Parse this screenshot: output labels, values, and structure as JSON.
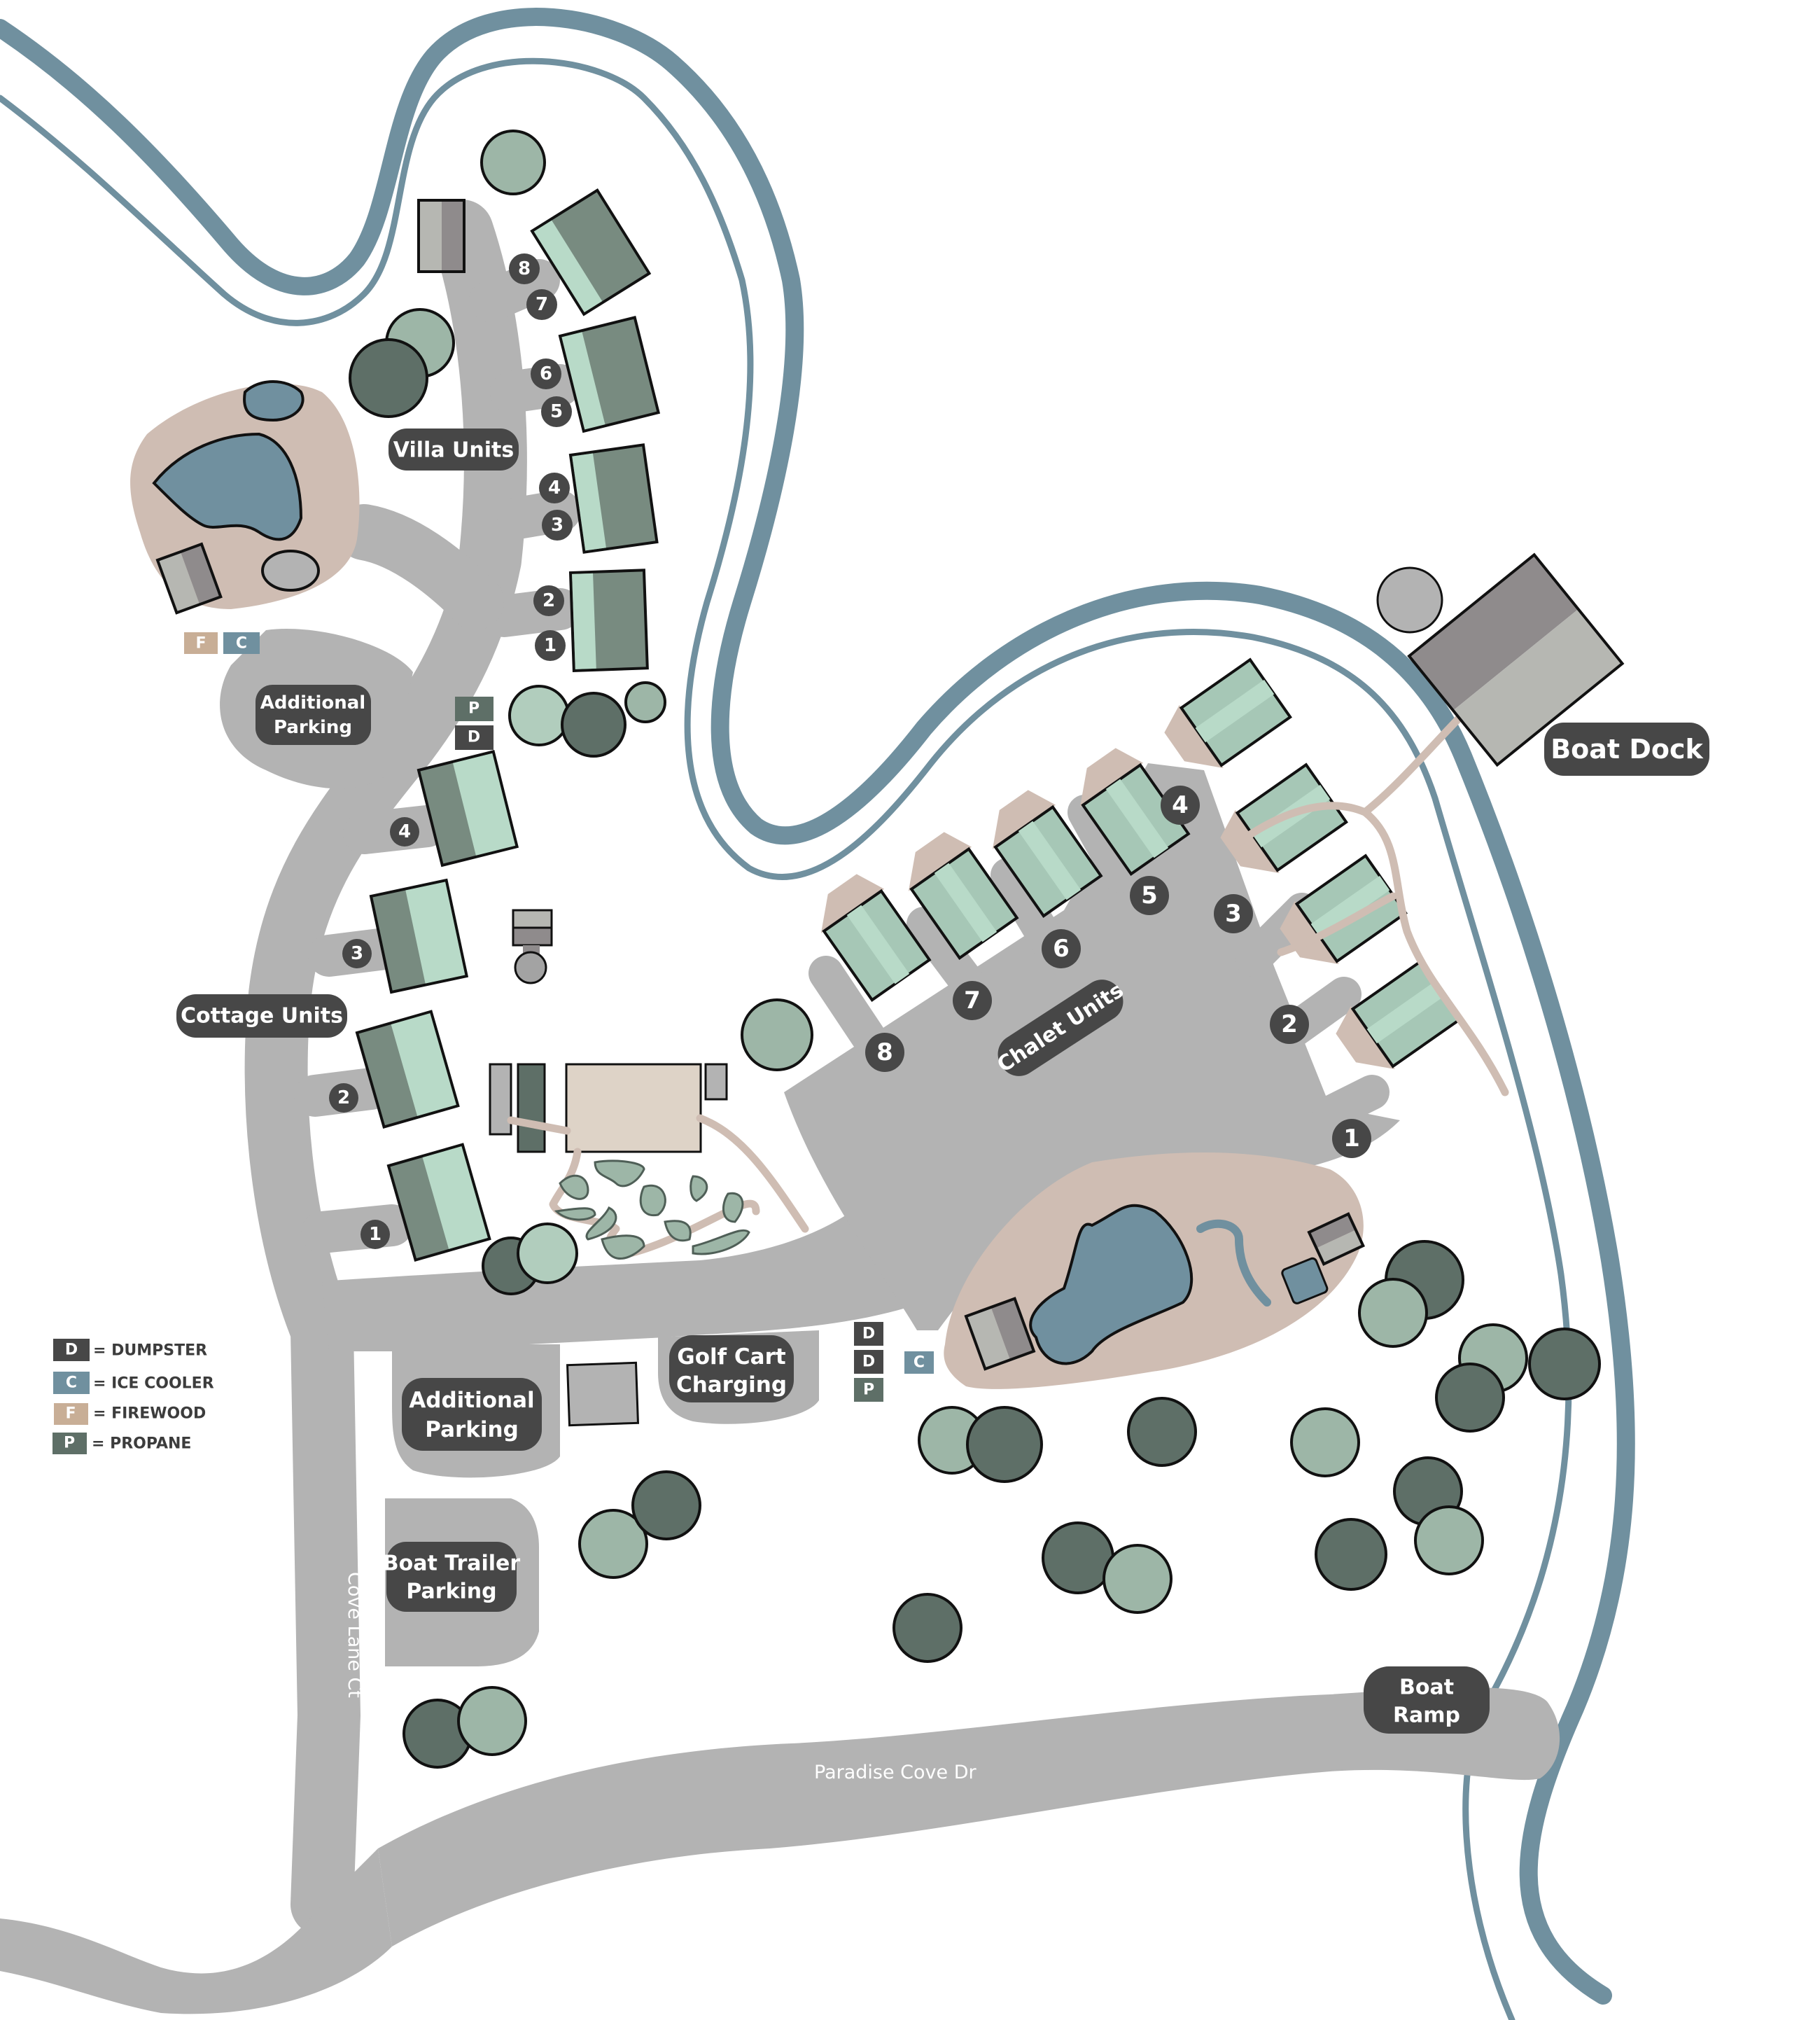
{
  "map": {
    "colors": {
      "road": "#b3b3b3",
      "river": "#70909f",
      "sand": "#cfbdb3",
      "label_bg": "#474747",
      "building_dark": "#788b80",
      "building_light": "#b8dac8",
      "tree_dark": "#5e6f67",
      "tree_light": "#9db6a7"
    },
    "area_labels": {
      "villa_units": "Villa Units",
      "cottage_units": "Cottage Units",
      "chalet_units": "Chalet Units",
      "additional_parking_north_line1": "Additional",
      "additional_parking_north_line2": "Parking",
      "additional_parking_south_line1": "Additional",
      "additional_parking_south_line2": "Parking",
      "golf_cart_line1": "Golf Cart",
      "golf_cart_line2": "Charging",
      "boat_trailer_line1": "Boat Trailer",
      "boat_trailer_line2": "Parking",
      "boat_dock": "Boat Dock",
      "boat_ramp_line1": "Boat",
      "boat_ramp_line2": "Ramp"
    },
    "streets": {
      "cove_lane": "Cove Lane Ct",
      "paradise_cove": "Paradise Cove Dr"
    },
    "villa_numbers": [
      "8",
      "7",
      "6",
      "5",
      "4",
      "3",
      "2",
      "1"
    ],
    "cottage_numbers": [
      "4",
      "3",
      "2",
      "1"
    ],
    "chalet_numbers": [
      "8",
      "7",
      "6",
      "5",
      "4",
      "3",
      "2",
      "1"
    ],
    "markers": {
      "north_firewood": "F",
      "north_cooler": "C",
      "mid_propane": "P",
      "mid_dumpster": "D",
      "south_dumpster_1": "D",
      "south_dumpster_2": "D",
      "south_propane": "P",
      "south_cooler": "C"
    },
    "legend": [
      {
        "code": "D",
        "label": "= DUMPSTER",
        "color": "#474747"
      },
      {
        "code": "C",
        "label": "= ICE COOLER",
        "color": "#70909f"
      },
      {
        "code": "F",
        "label": "= FIREWOOD",
        "color": "#c8ae96"
      },
      {
        "code": "P",
        "label": "= PROPANE",
        "color": "#5e6f67"
      }
    ]
  }
}
